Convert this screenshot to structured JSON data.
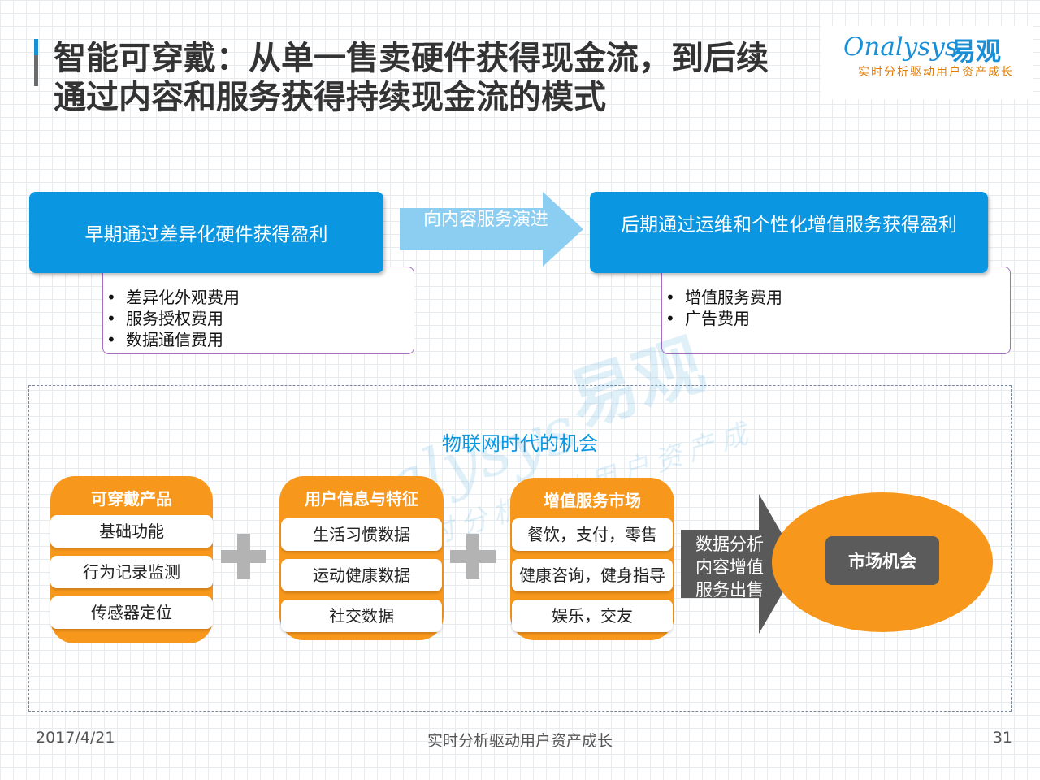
{
  "title": {
    "line1": "智能可穿戴：从单一售卖硬件获得现金流，到后续",
    "line2": "通过内容和服务获得持续现金流的模式"
  },
  "logo": {
    "en": "Onalysys",
    "cn": "易观",
    "subtitle": "实时分析驱动用户资产成长"
  },
  "flow": {
    "early": {
      "label": "早期通过差异化硬件获得盈利",
      "bullets": [
        "差异化外观费用",
        "服务授权费用",
        "数据通信费用"
      ]
    },
    "arrow_label": "向内容服务演进",
    "later": {
      "label": "后期通过运维和个性化增值服务获得盈利",
      "bullets": [
        "增值服务费用",
        "广告费用"
      ]
    }
  },
  "opportunity": {
    "title": "物联网时代的机会",
    "columns": [
      {
        "header": "可穿戴产品",
        "items": [
          "基础功能",
          "行为记录监测",
          "传感器定位"
        ]
      },
      {
        "header": "用户信息与特征",
        "items": [
          "生活习惯数据",
          "运动健康数据",
          "社交数据"
        ]
      },
      {
        "header": "增值服务市场",
        "items": [
          "餐饮，支付，零售",
          "健康咨询，健身指导",
          "娱乐，交友"
        ]
      }
    ],
    "arrow_lines": [
      "数据分析",
      "内容增值",
      "服务出售"
    ],
    "result": "市场机会"
  },
  "watermark": {
    "en": "Onalysys",
    "cn": "易观",
    "sub": "实时分析驱动用户资产成长"
  },
  "footer": {
    "date": "2017/4/21",
    "slogan": "实时分析驱动用户资产成长",
    "page": "31"
  },
  "colors": {
    "blue": "#0a96e0",
    "light_blue_arrow": "#8ccdf2",
    "orange": "#f7971c",
    "gray_arrow": "#595959",
    "dark_button": "#5b5b5b",
    "bullet_border": "#a66cc1"
  }
}
